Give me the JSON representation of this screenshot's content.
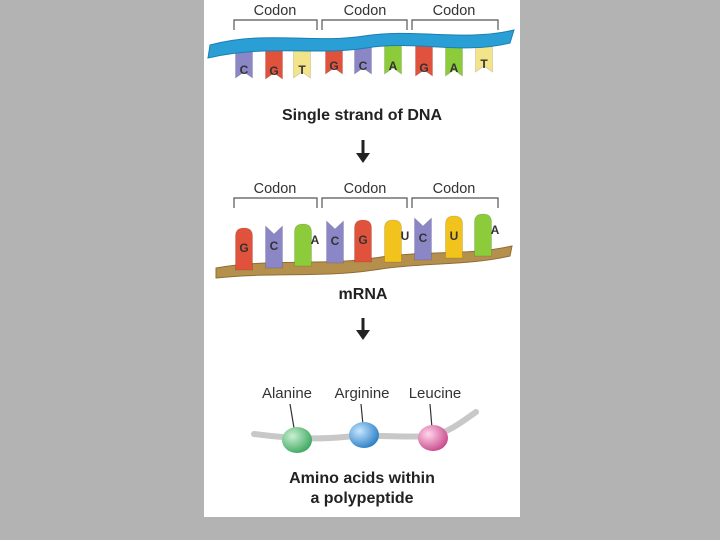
{
  "colors": {
    "background": "#b3b3b3",
    "panel": "#ffffff",
    "dna_backbone": "#2a9fd6",
    "mrna_backbone": "#b58f4c",
    "base_A": "#8ccc3a",
    "base_C": "#8b86c6",
    "base_G": "#e1523c",
    "base_T": "#f3e48a",
    "base_U": "#f2c31c",
    "alanine": "#5bbf78",
    "arginine": "#3f97dc",
    "leucine": "#e070a8"
  },
  "dna": {
    "codon_labels": [
      "Codon",
      "Codon",
      "Codon"
    ],
    "bases": [
      "C",
      "G",
      "T",
      "G",
      "C",
      "A",
      "G",
      "A",
      "T"
    ],
    "caption": "Single strand of DNA"
  },
  "mrna": {
    "codon_labels": [
      "Codon",
      "Codon",
      "Codon"
    ],
    "bases": [
      "G",
      "C",
      "A",
      "C",
      "G",
      "U",
      "C",
      "U",
      "A"
    ],
    "caption": "mRNA"
  },
  "protein": {
    "amino_acids": [
      "Alanine",
      "Arginine",
      "Leucine"
    ],
    "caption_line1": "Amino acids within",
    "caption_line2": "a polypeptide"
  },
  "icons": [
    "down-arrow-icon",
    "down-arrow-icon"
  ]
}
